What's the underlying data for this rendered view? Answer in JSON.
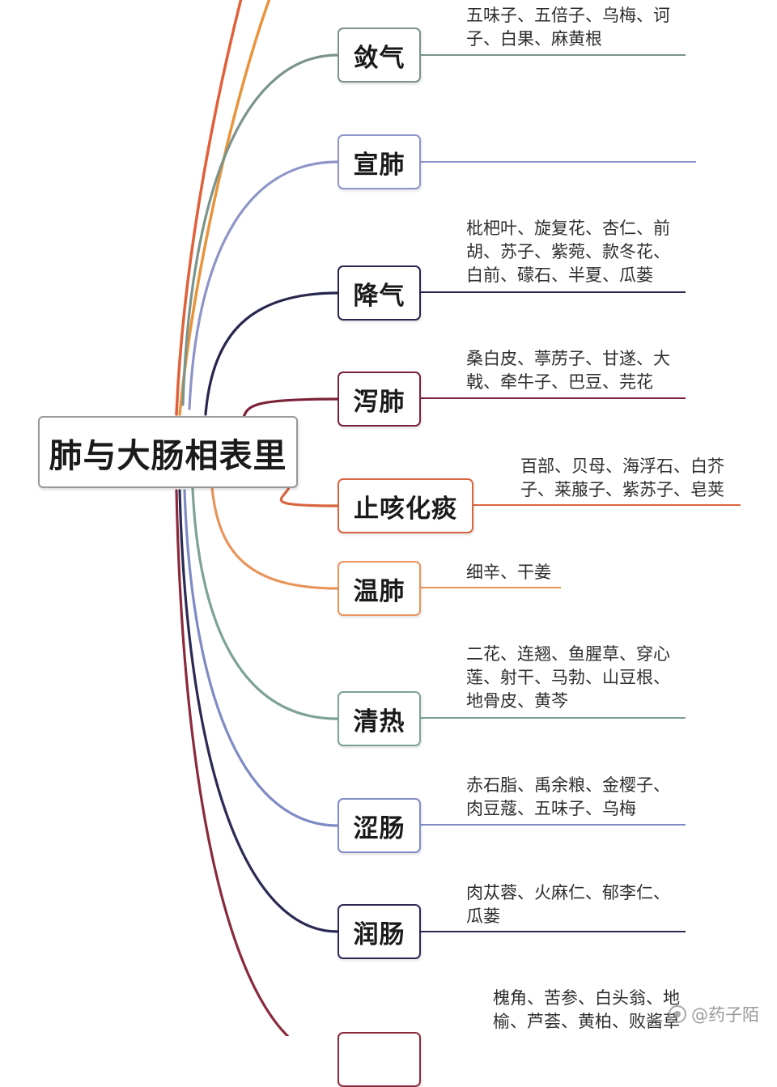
{
  "root": {
    "label": "肺与大肠相表里"
  },
  "branches": [
    {
      "id": "lianqi",
      "label": "敛气",
      "color": "#7b938a",
      "items": [
        "五味子、五倍子、乌梅、诃",
        "子、白果、麻黄根"
      ]
    },
    {
      "id": "xuanfei",
      "label": "宣肺",
      "color": "#8d95c8",
      "items": []
    },
    {
      "id": "jiangqi",
      "label": "降气",
      "color": "#26264f",
      "items": [
        "枇杷叶、旋复花、杏仁、前",
        "胡、苏子、紫菀、款冬花、",
        "白前、礞石、半夏、瓜蒌"
      ]
    },
    {
      "id": "xiefei",
      "label": "泻肺",
      "color": "#7c2238",
      "items": [
        "桑白皮、葶苈子、甘遂、大",
        "戟、牵牛子、巴豆、芫花"
      ]
    },
    {
      "id": "zhike",
      "label": "止咳化痰",
      "color": "#d9653e",
      "items": [
        "百部、贝母、海浮石、白芥",
        "子、莱菔子、紫苏子、皂荚"
      ]
    },
    {
      "id": "wenfei",
      "label": "温肺",
      "color": "#e8945a",
      "items": [
        "细辛、干姜"
      ]
    },
    {
      "id": "qingre",
      "label": "清热",
      "color": "#7ea392",
      "items": [
        "二花、连翘、鱼腥草、穿心",
        "莲、射干、马勃、山豆根、",
        "地骨皮、黄芩"
      ]
    },
    {
      "id": "sechang",
      "label": "涩肠",
      "color": "#7f8bc4",
      "items": [
        "赤石脂、禹余粮、金樱子、",
        "肉豆蔻、五味子、乌梅"
      ]
    },
    {
      "id": "runchang",
      "label": "润肠",
      "color": "#2a2a55",
      "items": [
        "肉苁蓉、火麻仁、郁李仁、",
        "瓜蒌"
      ]
    },
    {
      "id": "last",
      "label": "",
      "color": "#8a2a3c",
      "items": [
        "槐角、苦参、白头翁、地",
        "榆、芦荟、黄柏、败酱草"
      ]
    }
  ],
  "top_lines": {
    "colors": [
      "#e0603a",
      "#e8943c"
    ]
  },
  "watermark": {
    "text": "@药子陌"
  }
}
